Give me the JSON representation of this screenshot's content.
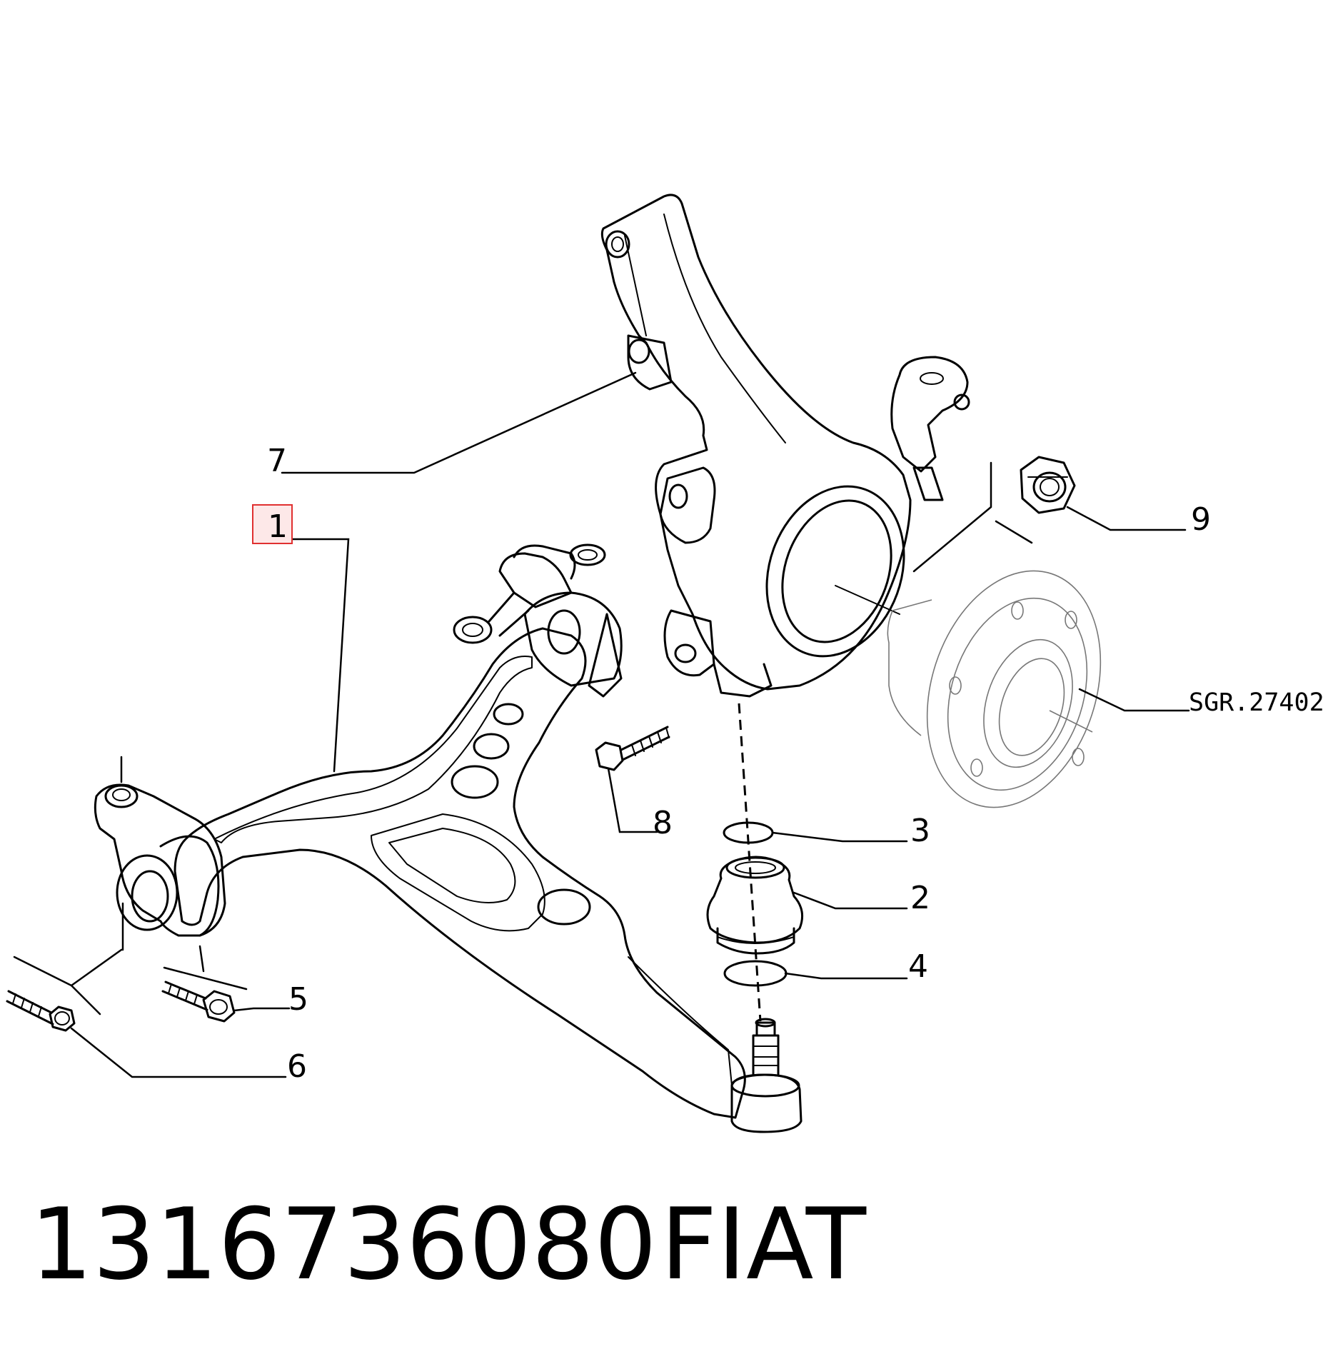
{
  "callouts": {
    "c1": "1",
    "c2": "2",
    "c3": "3",
    "c4": "4",
    "c5": "5",
    "c6": "6",
    "c7": "7",
    "c8": "8",
    "c9": "9"
  },
  "reference_label": "SGR.27402",
  "part_number": "1316736080",
  "brand": "FIAT",
  "highlight_color": "#e03030"
}
